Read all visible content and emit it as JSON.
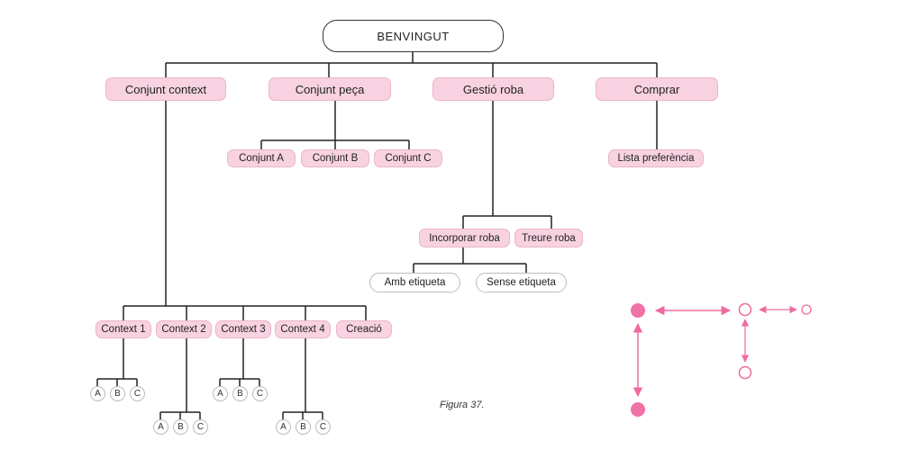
{
  "tree": {
    "root": "BENVINGUT",
    "level1": [
      "Conjunt context",
      "Conjunt peça",
      "Gestió roba",
      "Comprar"
    ],
    "conjunt_pieces": [
      "Conjunt A",
      "Conjunt B",
      "Conjunt C"
    ],
    "comprar_children": [
      "Lista preferència"
    ],
    "gestio_children": [
      "Incorporar roba",
      "Treure roba"
    ],
    "incorporar_children": [
      "Amb etiqueta",
      "Sense etiqueta"
    ],
    "context_children": [
      "Context 1",
      "Context 2",
      "Context 3",
      "Context 4",
      "Creació"
    ],
    "leaf_letters": [
      "A",
      "B",
      "C"
    ]
  },
  "legend": {
    "arrow_color": "#ee6ba0",
    "filled_color": "#ef73a6"
  },
  "caption": "Figura 37."
}
